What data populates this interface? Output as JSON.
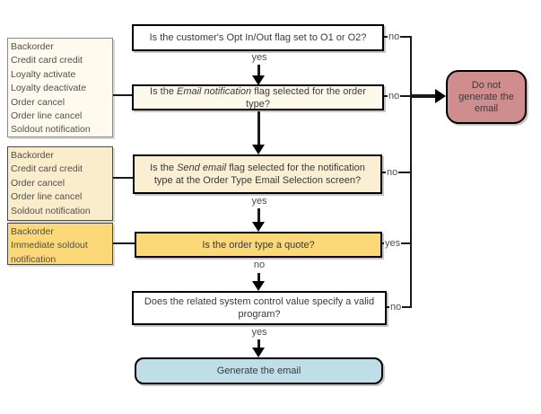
{
  "left_boxes": [
    {
      "items": [
        "Backorder",
        "Credit card credit",
        "Loyalty activate",
        "Loyalty deactivate",
        "Order cancel",
        "Order line cancel",
        "Soldout notification"
      ]
    },
    {
      "items": [
        "Backorder",
        "Credit card credit",
        "Order cancel",
        "Order line cancel",
        "Soldout notification"
      ]
    },
    {
      "items": [
        "Backorder",
        "Immediate soldout notification"
      ]
    }
  ],
  "decisions": {
    "d1": {
      "text": "Is the customer's Opt In/Out flag set to O1 or O2?"
    },
    "d2": {
      "prefix": "Is the ",
      "italic": "Email notification",
      "suffix": " flag selected for the order type?"
    },
    "d3": {
      "prefix": "Is the ",
      "italic": "Send email",
      "suffix": " flag selected for the notification type at the Order Type Email Selection screen?"
    },
    "d4": {
      "text": "Is the order type a quote?"
    },
    "d5": {
      "text": "Does the related system control value specify a valid program?"
    }
  },
  "outcomes": {
    "negative": "Do not generate the email",
    "positive": "Generate the email"
  },
  "labels": {
    "d1_yes": "yes",
    "d1_no": "no",
    "d2_no": "no",
    "d3_yes": "yes",
    "d3_no": "no",
    "d4_yes": "yes",
    "d4_no": "no",
    "d5_yes": "yes",
    "d5_no": "no"
  },
  "colors": {
    "ivory": "#fdfaec",
    "cream": "#faefd2",
    "gold": "#fbd978",
    "pink": "#d08d8d",
    "blue": "#bfdee8",
    "line": "#1a1a1a"
  }
}
